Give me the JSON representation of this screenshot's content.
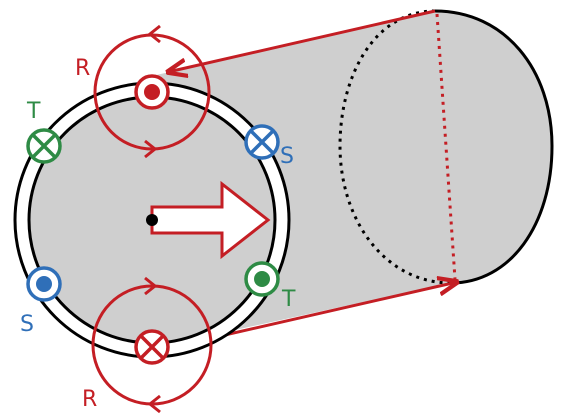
{
  "colors": {
    "red": "#c41e24",
    "green": "#2e8b45",
    "blue": "#2f6fb8",
    "gray": "#cfcfcf",
    "black": "#000000"
  },
  "labels": {
    "r_top": "R",
    "r_bottom": "R",
    "t_left": "T",
    "t_right": "T",
    "s_left": "S",
    "s_right": "S"
  },
  "conductor_symbols": {
    "r_top": "dot",
    "r_bottom": "cross",
    "t_left": "cross",
    "t_right": "dot",
    "s_left": "dot",
    "s_right": "cross"
  }
}
